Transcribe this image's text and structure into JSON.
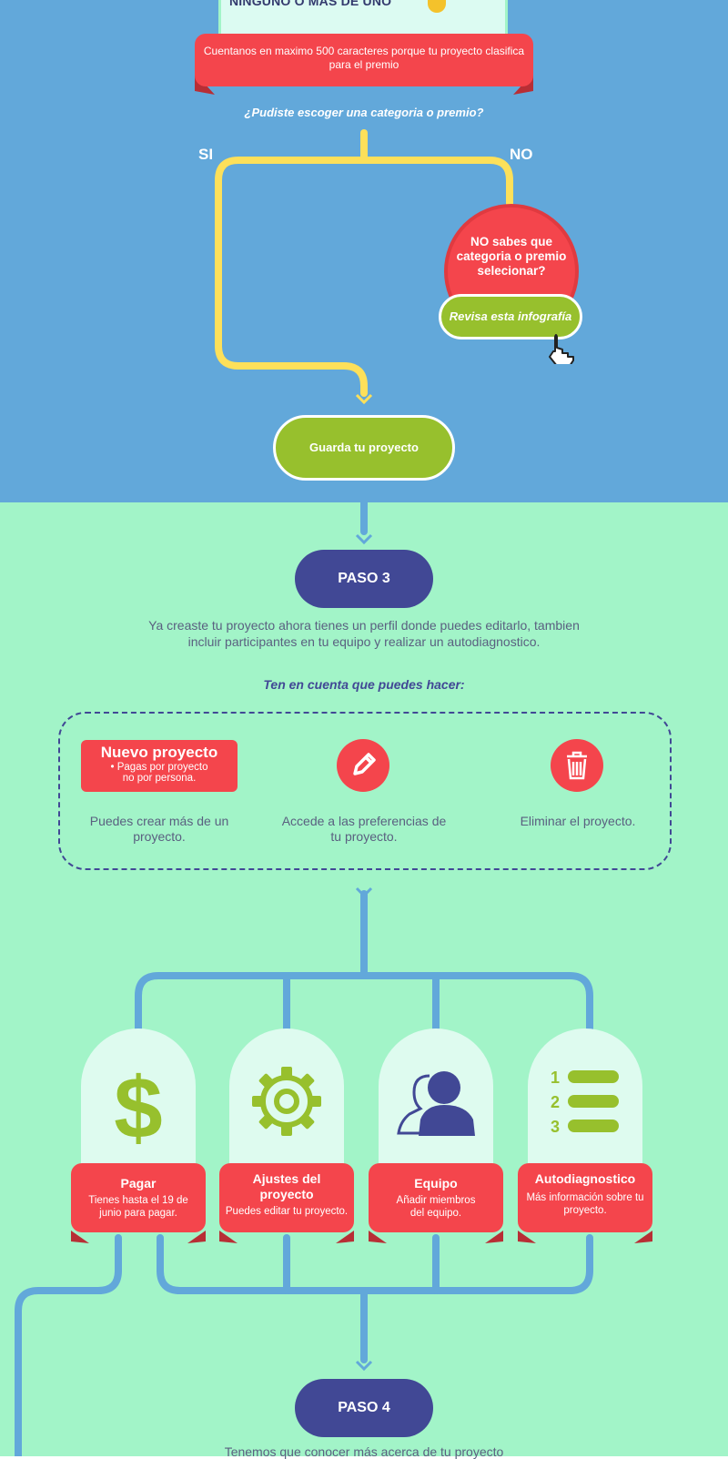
{
  "top": {
    "card_text": "NINGUNO O MÁS DE UNO",
    "banner_text": "Cuentanos en maximo 500 caracteres porque tu proyecto clasifica para el premio",
    "question": "¿Pudiste escoger una categoria o premio?",
    "si_label": "SI",
    "no_label": "NO",
    "no_circle_text": "NO sabes que categoria o premio selecionar?",
    "review_button": "Revisa esta infografía",
    "save_button": "Guarda tu proyecto"
  },
  "paso3": {
    "label": "PASO 3",
    "description": "Ya creaste tu proyecto ahora tienes un perfil  donde puedes editarlo, tambien incluir participantes en tu equipo y realizar un autodiagnostico.",
    "tip_title": "Ten en cuenta que puedes hacer:",
    "options": [
      {
        "badge_title": "Nuevo proyecto",
        "badge_sub": "• Pagas por proyecto no por persona.",
        "text": "Puedes crear más de un proyecto."
      },
      {
        "icon": "pencil-icon",
        "text": "Accede a las preferencias de tu proyecto."
      },
      {
        "icon": "trash-icon",
        "text": "Eliminar el proyecto."
      }
    ]
  },
  "actions": [
    {
      "icon": "dollar-icon",
      "title": "Pagar",
      "subtitle": "Tienes hasta el 19 de junio para pagar."
    },
    {
      "icon": "gear-icon",
      "title": "Ajustes del proyecto",
      "subtitle": "Puedes editar tu proyecto."
    },
    {
      "icon": "team-icon",
      "title": "Equipo",
      "subtitle": "Añadir miembros del equipo."
    },
    {
      "icon": "checklist-icon",
      "title": "Autodiagnostico",
      "subtitle": "Más información sobre tu proyecto."
    }
  ],
  "paso4": {
    "label": "PASO 4",
    "description": "Tenemos que conocer más acerca de tu proyecto"
  },
  "colors": {
    "top_bg": "#62a8da",
    "bottom_bg": "#a2f4c8",
    "red": "#f4454c",
    "green": "#97c02d",
    "navy": "#414895",
    "yellow": "#fde05a"
  }
}
